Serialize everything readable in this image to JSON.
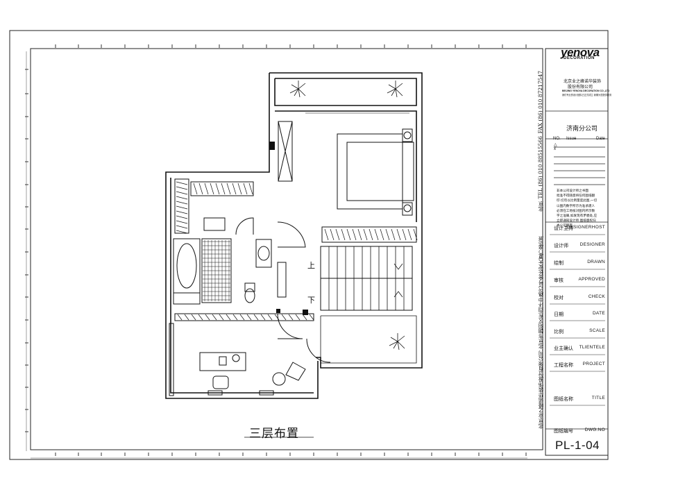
{
  "drawing": {
    "title": "三层布置",
    "rooms": {
      "stairs_up": "上",
      "stairs_down": "下"
    }
  },
  "title_block": {
    "logo_main": "yenova",
    "logo_sub": "DECORATION",
    "company_cn_1": "北京业之峰诺华装饰",
    "company_cn_2": "股份有限公司",
    "company_en": "BEIJING YENOVA DECORATION CO.,LTD",
    "company_en_small": "我们专业的设计团队已正式成立 我期为您提供服务",
    "branch": "济南分公司",
    "rev_no": "NO.",
    "rev_issue": "Issue",
    "rev_date": "Date",
    "rev_mark1": "△",
    "rev_mark2": "x",
    "notice_lines": [
      "非本公司设计师之书面",
      "批准不得随意将任何图纸翻",
      "印.切勿以比例量度此图,一切",
      "以图内数字所示为准承建人",
      "必须在工地核对图内所示数",
      "字之准确,如发现有矛盾处,应",
      "立即通知设计师.图纸版权归",
      "本公司所有."
    ],
    "rows": [
      {
        "cn": "设计主持",
        "en": "DESIGNERHOST"
      },
      {
        "cn": "设计师",
        "en": "DESIGNER"
      },
      {
        "cn": "绘制",
        "en": "DRAWN"
      },
      {
        "cn": "审核",
        "en": "APPROVED"
      },
      {
        "cn": "校对",
        "en": "CHECK"
      },
      {
        "cn": "日期",
        "en": "DATE"
      },
      {
        "cn": "比例",
        "en": "SCALE"
      },
      {
        "cn": "业主确认",
        "en": "TLIENTELE"
      },
      {
        "cn": "工程名称",
        "en": "PROJECT"
      },
      {
        "cn": "图纸名称",
        "en": "TITLE"
      },
      {
        "cn": "图纸编号",
        "en": "DWG.NO"
      }
    ],
    "drawing_number": "PL-1-04",
    "side_address": "北京业之峰诺华装饰股份有限公司.北京市朝阳区东四环中路82号金长安大厦C座6层",
    "side_beijing": "北京",
    "side_tel": "TEL (86) 010 88515566",
    "side_fax": "FAX (86) 010 87217547"
  }
}
